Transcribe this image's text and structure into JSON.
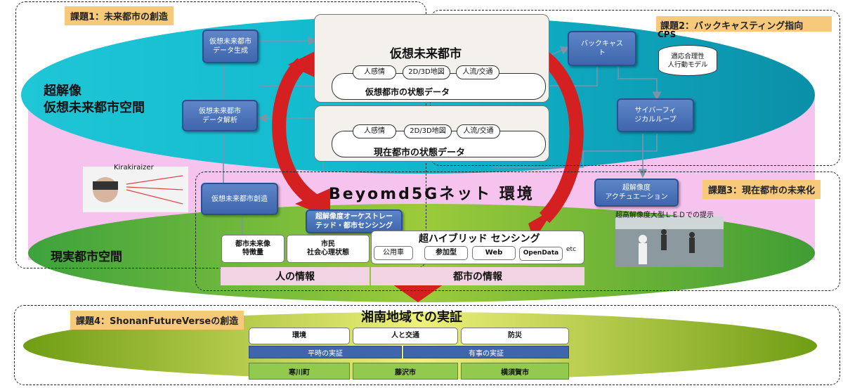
{
  "tasks": {
    "t1": "課題1：未来都市の創造",
    "t2a": "課題2：バックキャスティング指向",
    "t2b": "CPS",
    "t3": "課題3：現在都市の未来化",
    "t4": "課題4：ShonanFutureVerseの創造"
  },
  "spaces": {
    "virtual_line1": "超解像",
    "virtual_line2": "仮想未来都市空間",
    "real": "現実都市空間",
    "network": "Beyomd5Gネット 環境"
  },
  "left_boxes": {
    "gen_line1": "仮想未来都市",
    "gen_line2": "データ生成",
    "analysis_line1": "仮想未来都市",
    "analysis_line2": "データ解析",
    "create": "仮想未来都市創造",
    "orchestration_line1": "超解像度オーケストレー",
    "orchestration_line2": "テッド・都市センシング"
  },
  "right_boxes": {
    "backcast_line1": "バックキャス",
    "backcast_line2": "ト",
    "db_line1": "適応合理性",
    "db_line2": "人行動モデル",
    "cps_line1": "サイバーフィ",
    "cps_line2": "ジカルループ",
    "actuation_line1": "超解像度",
    "actuation_line2": "アクチュエーション",
    "led_caption": "超高解像度大型ＬＥＤでの提示"
  },
  "virtual_city": {
    "title": "仮想未来都市",
    "items": [
      "人感情",
      "2D/3D地図",
      "人流/交通"
    ],
    "state": "仮想都市の状態データ"
  },
  "current_city": {
    "items": [
      "人感情",
      "2D/3D地図",
      "人流/交通"
    ],
    "state": "現在都市の状態データ"
  },
  "kira": "Kirakiraizer",
  "people": {
    "feature_line1": "都市未来像",
    "feature_line2": "特徴量",
    "citizen_line1": "市民",
    "citizen_line2": "社会心理状態",
    "label": "人の情報"
  },
  "sensing": {
    "title": "超ハイブリッド センシング",
    "items": [
      "公用車",
      "参加型",
      "Web",
      "OpenData"
    ],
    "etc": "etc",
    "label": "都市の情報"
  },
  "shonan": {
    "title": "湘南地域での実証",
    "themes": [
      "環境",
      "人と交通",
      "防災"
    ],
    "normal": "平時の実証",
    "emergency": "有事の実証",
    "towns": [
      "寒川町",
      "藤沢市",
      "横須賀市"
    ]
  }
}
